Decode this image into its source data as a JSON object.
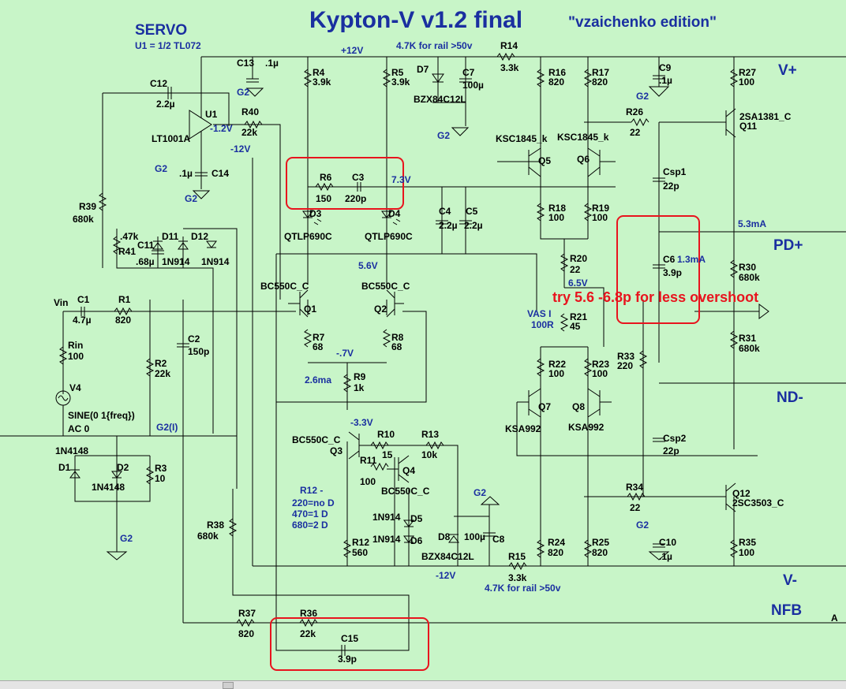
{
  "title": "Kypton-V v1.2 final",
  "edition": "\"vzaichenko edition\"",
  "servo": {
    "heading": "SERVO",
    "note": "U1 = 1/2 TL072"
  },
  "nets": {
    "vplus": "V+",
    "vminus": "V-",
    "pdplus": "PD+",
    "ndminus": "ND-",
    "nfb": "NFB",
    "pos12": "+12V",
    "neg12_servo": "-12V",
    "neg12_bottom": "-12V",
    "g2_a": "G2",
    "g2_b": "G2",
    "g2_c": "G2",
    "g2_d": "G2",
    "g2_e": "G2",
    "g2_f": "G2",
    "g2_g": "G2",
    "g2_h": "G2",
    "g2i": "G2(I)",
    "corner": "A"
  },
  "notes": {
    "rail_top": "4.7K for rail >50v",
    "rail_bottom": "4.7K for rail >50v",
    "overshoot": "try 5.6 -6.8p for less overshoot",
    "r12_1": "R12 -",
    "r12_2": "220=no D",
    "r12_3": "470=1 D",
    "r12_4": "680=2 D",
    "vas_1": "VAS I",
    "vas_2": "100R"
  },
  "voltages": {
    "v_u1out": "-1.2V",
    "v_7_3": "7.3V",
    "v_5_6": "5.6V",
    "v_6_5": "6.5V",
    "v_neg_0_7": "-.7V",
    "v_neg_3_3": "-3.3V",
    "i_2_6": "2.6ma",
    "i_5_3": "5.3mA",
    "i_1_3": "1.3mA"
  },
  "components": {
    "C13": "C13",
    "C13v": ".1µ",
    "R4": "R4",
    "R4v": "3.9k",
    "R5": "R5",
    "R5v": "3.9k",
    "D7": "D7",
    "C7": "C7",
    "C7v": "100µ",
    "BZX_top": "BZX84C12L",
    "R14": "R14",
    "R14v": "3.3k",
    "R16": "R16",
    "R16v": "820",
    "R17": "R17",
    "R17v": "820",
    "C9": "C9",
    "C9v": ".1µ",
    "R27": "R27",
    "R27v": "100",
    "C12": "C12",
    "C12v": "2.2µ",
    "U1": "U1",
    "U1part": "LT1001A",
    "R40": "R40",
    "R40v": "22k",
    "R26": "R26",
    "R26v": "22",
    "Q11part": "2SA1381_C",
    "Q11": "Q11",
    "KSC1": "KSC1845_k",
    "KSC2": "KSC1845_k",
    "Q5": "Q5",
    "Q6": "Q6",
    "C14v": ".1µ",
    "C14": "C14",
    "R6": "R6",
    "C3": "C3",
    "R6v": "150",
    "C3v": "220p",
    "Csp1": "Csp1",
    "Csp1v": "22p",
    "R39": "R39",
    "R39v": "680k",
    "C4": "C4",
    "C4v": "2.2µ",
    "C5": "C5",
    "C5v": "2.2µ",
    "R18": "R18",
    "R18v": "100",
    "R19": "R19",
    "R19v": "100",
    "D3": "D3",
    "D4": "D4",
    "QTL1": "QTLP690C",
    "QTL2": "QTLP690C",
    "R41v": ".47k",
    "R41": "R41",
    "C11": "C11",
    "C11v": ".68µ",
    "D11": "D11",
    "D12": "D12",
    "D11p": "1N914",
    "D12p": "1N914",
    "R20": "R20",
    "R20v": "22",
    "C6": "C6",
    "C6v": "3.9p",
    "R30": "R30",
    "R30v": "680k",
    "BC1": "BC550C_C",
    "BC2": "BC550C_C",
    "Q1": "Q1",
    "Q2": "Q2",
    "Vin": "Vin",
    "C1": "C1",
    "C1v": "4.7µ",
    "R1": "R1",
    "R1v": "820",
    "R21": "R21",
    "R21v": "45",
    "C2": "C2",
    "C2v": "150p",
    "R7": "R7",
    "R7v": "68",
    "R8": "R8",
    "R8v": "68",
    "Rin": "Rin",
    "Rinv": "100",
    "R31": "R31",
    "R31v": "680k",
    "R2": "R2",
    "R2v": "22k",
    "R33": "R33",
    "R33v": "220",
    "R22": "R22",
    "R22v": "100",
    "R23": "R23",
    "R23v": "100",
    "R9": "R9",
    "R9v": "1k",
    "V4": "V4",
    "Q7": "Q7",
    "Q8": "Q8",
    "KSA1": "KSA992",
    "KSA2": "KSA992",
    "SINE": "SINE(0 1{freq})",
    "AC": "AC 0",
    "BC3": "BC550C_C",
    "Q3": "Q3",
    "R10": "R10",
    "R10v": "15",
    "R13": "R13",
    "R13v": "10k",
    "Csp2": "Csp2",
    "Csp2v": "22p",
    "R11": "R11",
    "R11v": "100",
    "Q4": "Q4",
    "BC4": "BC550C_C",
    "D1p": "1N4148",
    "D1": "D1",
    "D2": "D2",
    "D2p": "1N4148",
    "R3": "R3",
    "R3v": "10",
    "R34": "R34",
    "R34v": "22",
    "Q12": "Q12",
    "Q12part": "2SC3503_C",
    "D5p": "1N914",
    "D5": "D5",
    "D6p": "1N914",
    "D6": "D6",
    "D8": "D8",
    "C8v": "100µ",
    "C8": "C8",
    "BZX_bot": "BZX84C12L",
    "C10": "C10",
    "C10v": ".1µ",
    "R38": "R38",
    "R38v": "680k",
    "R12": "R12",
    "R12v": "560",
    "R24": "R24",
    "R24v": "820",
    "R25": "R25",
    "R25v": "820",
    "R35": "R35",
    "R35v": "100",
    "R15": "R15",
    "R15v": "3.3k",
    "R37": "R37",
    "R37v": "820",
    "R36": "R36",
    "R36v": "22k",
    "C15": "C15",
    "C15v": "3.9p"
  }
}
